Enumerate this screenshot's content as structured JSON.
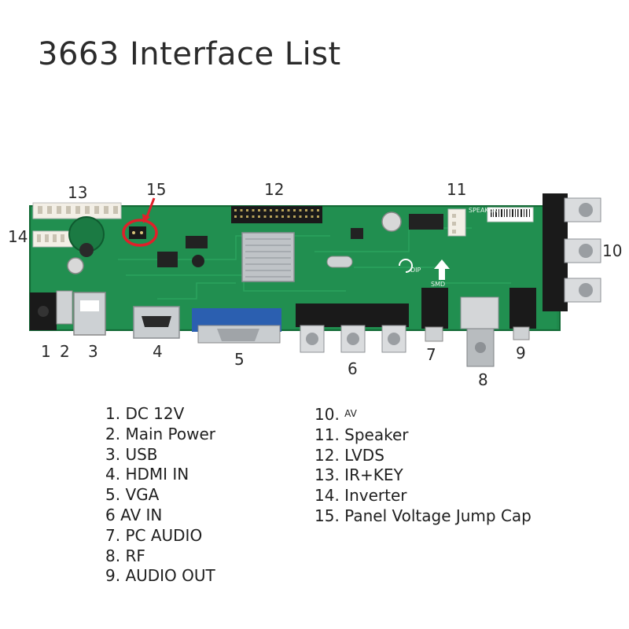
{
  "title": "3663 Interface List",
  "callouts": [
    {
      "id": "c1",
      "label": "1"
    },
    {
      "id": "c2",
      "label": "2"
    },
    {
      "id": "c3",
      "label": "3"
    },
    {
      "id": "c4",
      "label": "4"
    },
    {
      "id": "c5",
      "label": "5"
    },
    {
      "id": "c6",
      "label": "6"
    },
    {
      "id": "c7",
      "label": "7"
    },
    {
      "id": "c8",
      "label": "8"
    },
    {
      "id": "c9",
      "label": "9"
    },
    {
      "id": "c10",
      "label": "10"
    },
    {
      "id": "c11",
      "label": "11"
    },
    {
      "id": "c12",
      "label": "12"
    },
    {
      "id": "c13",
      "label": "13"
    },
    {
      "id": "c14",
      "label": "14"
    },
    {
      "id": "c15",
      "label": "15"
    }
  ],
  "board_silk": {
    "dip": "DIP",
    "smd": "SMD",
    "speaker": "SPEAKER"
  },
  "legend": {
    "left": [
      "1. DC 12V",
      "2. Main Power",
      "3. USB",
      "4. HDMI IN",
      "5. VGA",
      "6 AV IN",
      "7. PC AUDIO",
      "8. RF",
      "9. AUDIO OUT"
    ],
    "right": [
      "10.",
      "11. Speaker",
      "12. LVDS",
      "13. IR+KEY",
      "14. Inverter",
      "15. Panel Voltage Jump Cap"
    ],
    "right_first_suffix": "AV"
  },
  "colors": {
    "pcb": "#1f8a4c",
    "pcb_dark": "#166b3a",
    "highlight": "#e0202a",
    "vga_blue": "#2b5fb0",
    "text": "#2a2a2a"
  }
}
